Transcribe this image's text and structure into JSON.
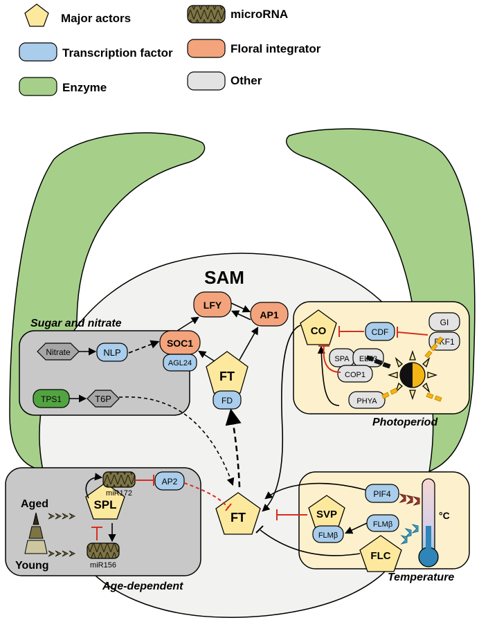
{
  "legend": {
    "major_actors": "Major actors",
    "microrna": "microRNA",
    "transcription_factor": "Transcription factor",
    "floral_integrator": "Floral integrator",
    "enzyme": "Enzyme",
    "other": "Other"
  },
  "colors": {
    "major_actor": "#fde99e",
    "transcription_factor": "#a9cdea",
    "floral_integrator": "#f3a47c",
    "enzyme": "#a6d08a",
    "other": "#e3e3e3",
    "leaf": "#a6d08a",
    "sam": "#f2f2f0",
    "panel_yellow": "#fdf1cd",
    "panel_gray": "#c8c8c8",
    "inhibit": "#d62d20"
  },
  "sam": {
    "title": "SAM",
    "lfy": "LFY",
    "ap1": "AP1",
    "soc1": "SOC1",
    "agl24": "AGL24",
    "ft_top": "FT",
    "fd": "FD",
    "ft_center": "FT"
  },
  "sugar": {
    "title": "Sugar and nitrate",
    "nitrate": "Nitrate",
    "nlp": "NLP",
    "tps1": "TPS1",
    "t6p": "T6P"
  },
  "photo": {
    "title": "Photoperiod",
    "co": "CO",
    "cdf": "CDF",
    "gi": "GI",
    "fkf1": "FKF1",
    "spa": "SPA",
    "elf3": "ELF3",
    "cop1": "COP1",
    "phya": "PHYA"
  },
  "age": {
    "title": "Age-dependent",
    "aged": "Aged",
    "young": "Young",
    "spl": "SPL",
    "mir172": "miR172",
    "mir156": "miR156",
    "ap2": "AP2"
  },
  "temp": {
    "title": "Temperature",
    "pif4": "PIF4",
    "svp": "SVP",
    "flmb1": "FLMβ",
    "flmb2": "FLMβ",
    "flc": "FLC",
    "unit": "°C"
  }
}
